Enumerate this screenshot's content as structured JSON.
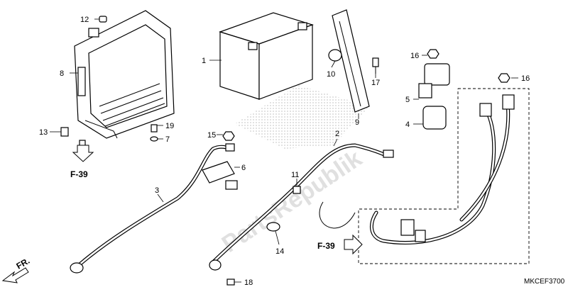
{
  "watermark": "PartsRepublik",
  "diagram_code": "MKCEF3700",
  "direction_label": "FR.",
  "callouts": [
    {
      "id": "c1",
      "text": "1"
    },
    {
      "id": "c2",
      "text": "2"
    },
    {
      "id": "c3",
      "text": "3"
    },
    {
      "id": "c4",
      "text": "4"
    },
    {
      "id": "c5",
      "text": "5"
    },
    {
      "id": "c6",
      "text": "6"
    },
    {
      "id": "c7",
      "text": "7"
    },
    {
      "id": "c8",
      "text": "8"
    },
    {
      "id": "c9",
      "text": "9"
    },
    {
      "id": "c10",
      "text": "10"
    },
    {
      "id": "c11",
      "text": "11"
    },
    {
      "id": "c12",
      "text": "12"
    },
    {
      "id": "c13",
      "text": "13"
    },
    {
      "id": "c14",
      "text": "14"
    },
    {
      "id": "c15",
      "text": "15"
    },
    {
      "id": "c16a",
      "text": "16"
    },
    {
      "id": "c16b",
      "text": "16"
    },
    {
      "id": "c17",
      "text": "17"
    },
    {
      "id": "c18",
      "text": "18"
    },
    {
      "id": "c19",
      "text": "19"
    }
  ],
  "references": [
    {
      "id": "r1",
      "text": "F-39"
    },
    {
      "id": "r2",
      "text": "F-39"
    }
  ]
}
